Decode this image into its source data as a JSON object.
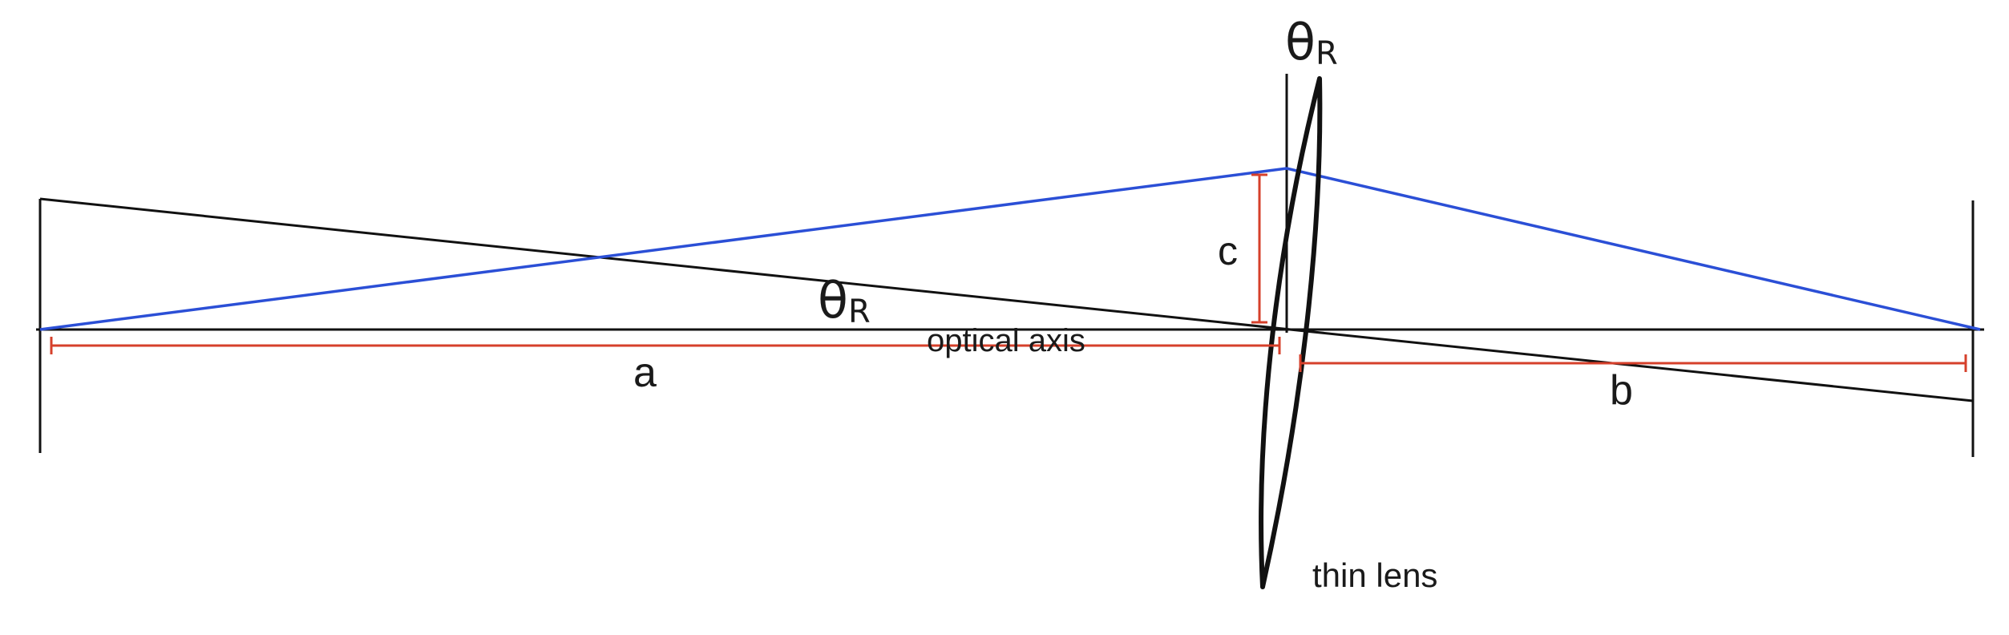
{
  "labels": {
    "theta_top": "θ",
    "theta_top_sub": "R",
    "theta_mid": "θ",
    "theta_mid_sub": "R",
    "c": "c",
    "a": "a",
    "b": "b",
    "optical_axis": "optical axis",
    "thin_lens": "thin lens"
  },
  "colors": {
    "black": "#111111",
    "blue": "#2b4fd6",
    "red": "#d6402b"
  }
}
